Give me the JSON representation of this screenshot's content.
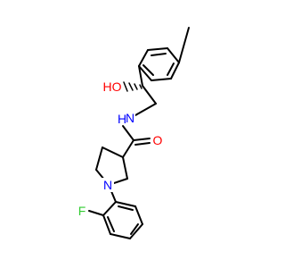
{
  "molecule": {
    "atoms": [
      {
        "id": "hydroxyl",
        "label": "HO",
        "color": "#ff0000"
      },
      {
        "id": "amide-nitrogen",
        "label": "N",
        "color": "#0000ff"
      },
      {
        "id": "amide-nh-hydrogen",
        "label": "H",
        "color": "#0000ff"
      },
      {
        "id": "carbonyl-oxygen",
        "label": "O",
        "color": "#ff0000"
      },
      {
        "id": "ring-nitrogen",
        "label": "N",
        "color": "#0000ff"
      },
      {
        "id": "fluorine",
        "label": "F",
        "color": "#33cc33"
      }
    ],
    "bond_color": "#000000",
    "stereo_marker": "wedge-bond-hashed",
    "background": "#ffffff"
  }
}
